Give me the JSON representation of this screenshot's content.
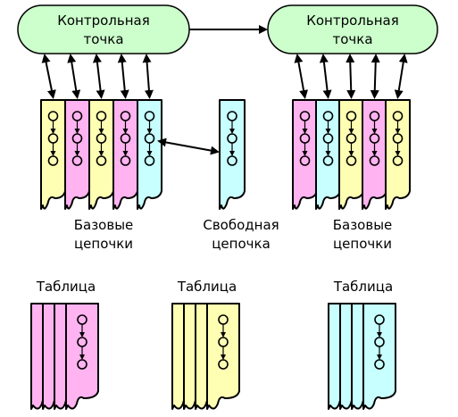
{
  "checkpoints": [
    {
      "line1": "Контрольная",
      "line2": "точка",
      "color": "#ccffcc"
    },
    {
      "line1": "Контрольная",
      "line2": "точка",
      "color": "#ccffcc"
    }
  ],
  "labels": {
    "base_left": {
      "line1": "Базовые",
      "line2": "цепочки"
    },
    "free": {
      "line1": "Свободная",
      "line2": "цепочка"
    },
    "base_right": {
      "line1": "Базовые",
      "line2": "цепочки"
    }
  },
  "tables": [
    {
      "label": "Таблица",
      "color": "#ffb3f0"
    },
    {
      "label": "Таблица",
      "color": "#ffffb3"
    },
    {
      "label": "Таблица",
      "color": "#c8ffff"
    }
  ],
  "colors": {
    "yellow": "#ffffb3",
    "pink": "#ffb3f0",
    "cyan": "#c8ffff",
    "green": "#ccffcc",
    "stroke": "#000000"
  },
  "chains": {
    "left_group": [
      "yellow",
      "pink",
      "yellow",
      "pink",
      "cyan"
    ],
    "free": [
      "cyan"
    ],
    "right_group": [
      "pink",
      "cyan",
      "yellow",
      "pink",
      "yellow"
    ]
  }
}
